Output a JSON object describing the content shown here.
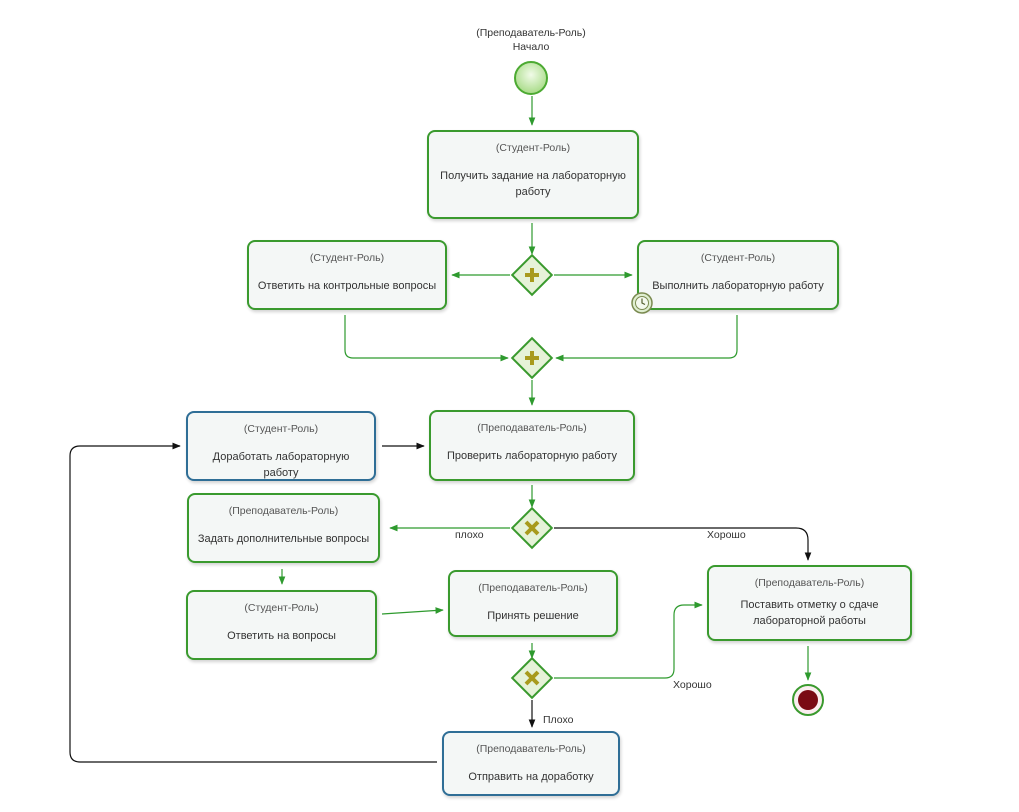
{
  "start": {
    "role": "(Преподаватель-Роль)",
    "label": "Начало"
  },
  "tasks": {
    "get_task": {
      "role": "(Студент-Роль)",
      "name": "Получить задание на лабораторную работу"
    },
    "answer_control": {
      "role": "(Студент-Роль)",
      "name": "Ответить на контрольные вопросы"
    },
    "do_lab": {
      "role": "(Студент-Роль)",
      "name": "Выполнить лабораторную работу"
    },
    "rework": {
      "role": "(Студент-Роль)",
      "name": "Доработать лабораторную работу"
    },
    "check": {
      "role": "(Преподаватель-Роль)",
      "name": "Проверить лабораторную работу"
    },
    "ask_extra": {
      "role": "(Преподаватель-Роль)",
      "name": "Задать дополнительные вопросы"
    },
    "answer": {
      "role": "(Студент-Роль)",
      "name": "Ответить на вопросы"
    },
    "decide": {
      "role": "(Преподаватель-Роль)",
      "name": "Принять решение"
    },
    "mark": {
      "role": "(Преподаватель-Роль)",
      "name": "Поставить отметку о сдаче лабораторной работы"
    },
    "send_back": {
      "role": "(Преподаватель-Роль)",
      "name": "Отправить на доработку"
    }
  },
  "flow_labels": {
    "bad1": "плохо",
    "good1": "Хорошо",
    "good2": "Хорошо",
    "bad2": "Плохо"
  },
  "colors": {
    "green_border": "#3a9a2e",
    "blue_border": "#2f6e96",
    "flow_green": "#2e9a2e",
    "flow_black": "#111111",
    "gateway_fill": "#e6f2d8",
    "gateway_mark": "#a89a1c",
    "end_fill": "#7a0a14"
  }
}
